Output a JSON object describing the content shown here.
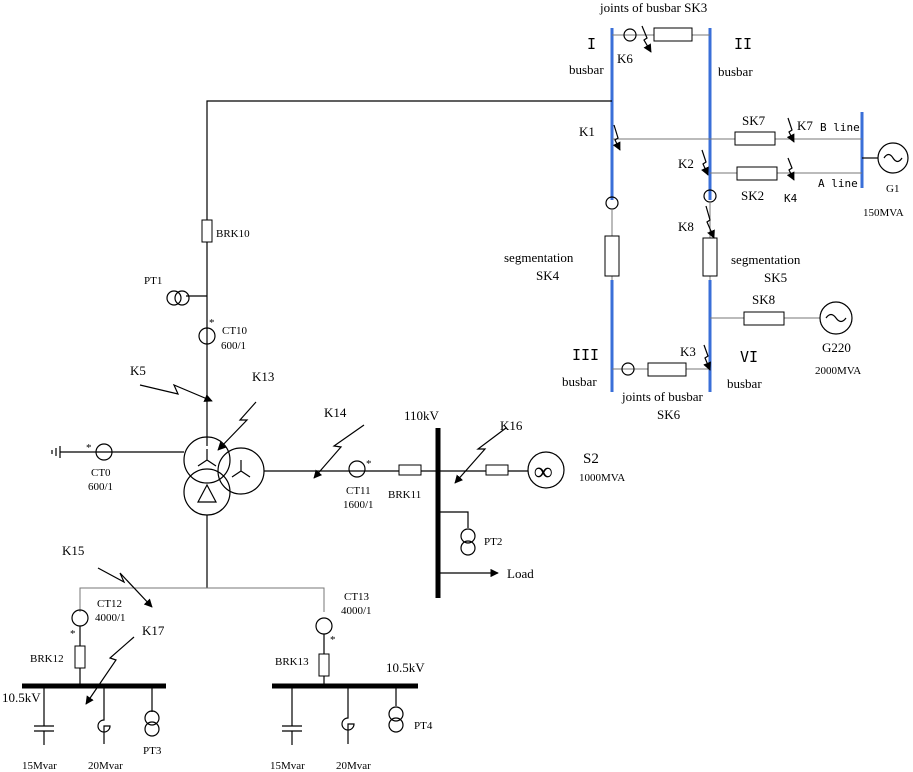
{
  "substation_220": {
    "bus1_roman": "I",
    "bus1_label": "busbar",
    "bus2_roman": "II",
    "bus2_label": "busbar",
    "bus3_roman": "III",
    "bus3_label": "busbar",
    "bus4_roman": "VI",
    "bus4_label": "busbar",
    "joints_top": "joints of busbar SK3",
    "joints_bottom_line1": "joints of busbar",
    "joints_bottom_line2": "SK6",
    "seg4_line1": "segmentation",
    "seg4_line2": "SK4",
    "seg5_line1": "segmentation",
    "seg5_line2": "SK5",
    "sk7": "SK7",
    "sk2": "SK2",
    "sk8": "SK8",
    "b_line": "B line",
    "a_line": "A line",
    "g1": "G1",
    "g1_rating": "150MVA",
    "g220": "G220",
    "g220_rating": "2000MVA"
  },
  "faults": {
    "k1": "K1",
    "k2": "K2",
    "k3": "K3",
    "k4": "K4",
    "k5": "K5",
    "k6": "K6",
    "k7": "K7",
    "k8": "K8",
    "k13": "K13",
    "k14": "K14",
    "k15": "K15",
    "k16": "K16",
    "k17": "K17"
  },
  "transformer_side": {
    "brk10": "BRK10",
    "pt1": "PT1",
    "ct10": "CT10",
    "ct10_ratio": "600/1",
    "ct0": "CT0",
    "ct0_ratio": "600/1",
    "star": "*"
  },
  "hv110": {
    "voltage": "110kV",
    "ct11": "CT11",
    "ct11_ratio": "1600/1",
    "brk11": "BRK11",
    "pt2": "PT2",
    "load": "Load",
    "s2": "S2",
    "s2_rating": "1000MVA",
    "infinity": "∞"
  },
  "lv10": {
    "ct12": "CT12",
    "ct12_ratio": "4000/1",
    "ct13": "CT13",
    "ct13_ratio": "4000/1",
    "brk12": "BRK12",
    "brk13": "BRK13",
    "bus_left_voltage": "10.5kV",
    "bus_right_voltage": "10.5kV",
    "pt3": "PT3",
    "pt4": "PT4",
    "cap_left": "15Mvar",
    "reactor_left": "20Mvar",
    "cap_right": "15Mvar",
    "reactor_right": "20Mvar"
  }
}
